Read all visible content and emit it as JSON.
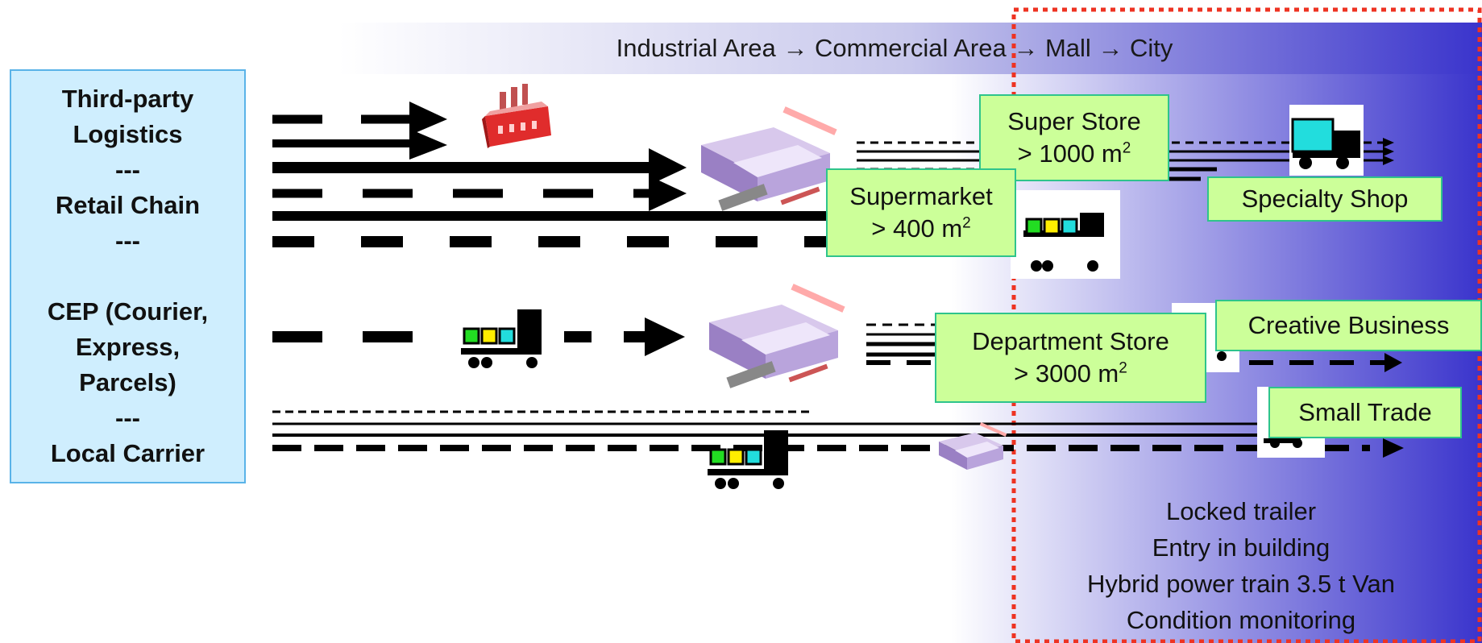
{
  "banner": {
    "text": "Industrial Area →  Commercial Area → Mall → City",
    "gradient_start": "#ffffff",
    "gradient_end": "#3a34cc"
  },
  "actors": {
    "lines": [
      "Third-party",
      "Logistics",
      "---",
      "Retail Chain",
      "---",
      "",
      "CEP (Courier,",
      "Express,",
      "Parcels)",
      "---",
      "Local Carrier"
    ],
    "background": "#cfeefe",
    "border": "#5ab3e8"
  },
  "stores": {
    "super_store": {
      "name": "Super Store",
      "size_prefix": "> 1000 m",
      "size_sup": "2"
    },
    "supermarket": {
      "name": "Supermarket",
      "size_prefix": "> 400 m",
      "size_sup": "2"
    },
    "specialty_shop": {
      "name": "Specialty Shop"
    },
    "department_store": {
      "name": "Department Store",
      "size_prefix": "> 3000 m",
      "size_sup": "2"
    },
    "creative_business": {
      "name": "Creative Business"
    },
    "small_trade": {
      "name": "Small Trade"
    },
    "fill": "#ccff99",
    "border": "#2ec48c"
  },
  "city_zone": {
    "border_color": "#ee3322",
    "features": [
      "Locked trailer",
      "Entry in building",
      "Hybrid power train  3.5 t Van",
      "Condition monitoring"
    ]
  },
  "icons": [
    "factory-icon",
    "warehouse-icon",
    "truck-icon",
    "van-icon"
  ],
  "truck_container_colors": [
    "#22dd22",
    "#ffee00",
    "#22dddd"
  ]
}
